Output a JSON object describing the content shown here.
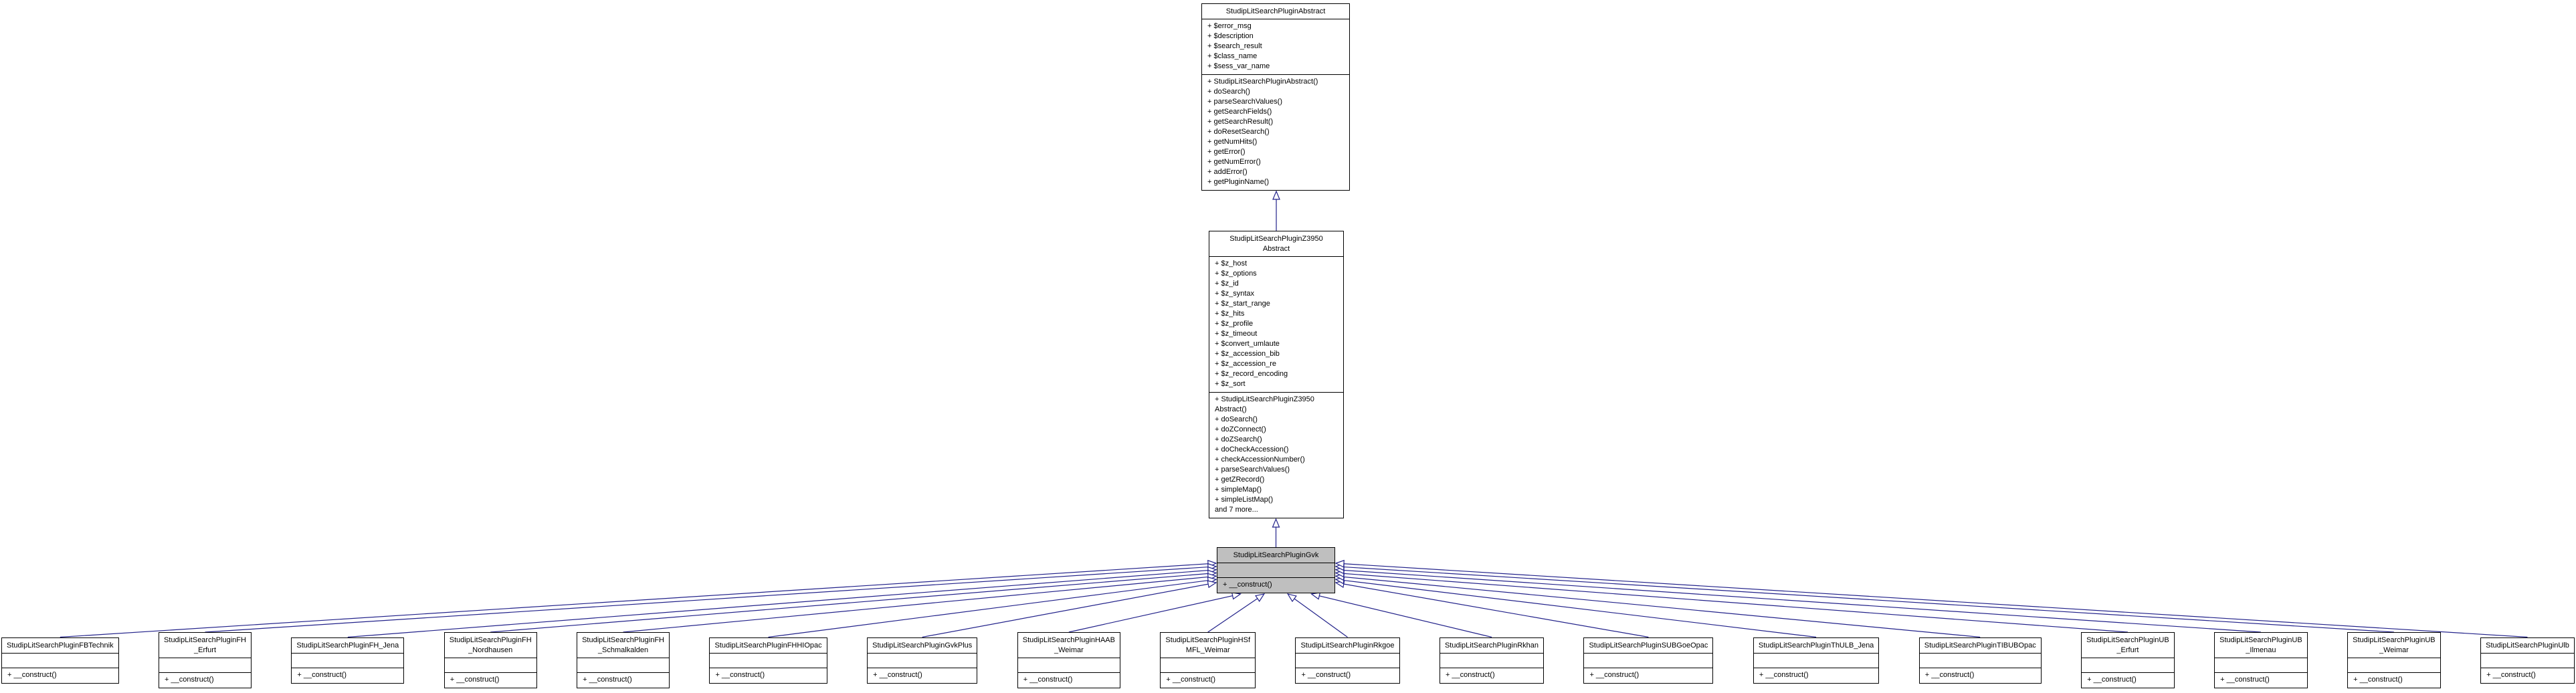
{
  "diagram": {
    "type": "uml-class-inheritance",
    "edge_color": "#22228a",
    "focus_fill_color": "#bfbfbf",
    "background_color": "#ffffff",
    "constructor_label": "+ __construct()",
    "classes": {
      "abstract": {
        "title_lines": [
          "StudipLitSearchPluginAbstract"
        ],
        "name": "StudipLitSearchPluginAbstract",
        "attributes": [
          "+ $error_msg",
          "+ $description",
          "+ $search_result",
          "+ $class_name",
          "+ $sess_var_name"
        ],
        "methods": [
          "+ StudipLitSearchPluginAbstract()",
          "+ doSearch()",
          "+ parseSearchValues()",
          "+ getSearchFields()",
          "+ getSearchResult()",
          "+ doResetSearch()",
          "+ getNumHits()",
          "+ getError()",
          "+ getNumError()",
          "+ addError()",
          "+ getPluginName()"
        ]
      },
      "z3950": {
        "title_lines": [
          "StudipLitSearchPluginZ3950",
          "Abstract"
        ],
        "name": "StudipLitSearchPluginZ3950Abstract",
        "attributes": [
          "+ $z_host",
          "+ $z_options",
          "+ $z_id",
          "+ $z_syntax",
          "+ $z_start_range",
          "+ $z_hits",
          "+ $z_profile",
          "+ $z_timeout",
          "+ $convert_umlaute",
          "+ $z_accession_bib",
          "+ $z_accession_re",
          "+ $z_record_encoding",
          "+ $z_sort"
        ],
        "methods": [
          "+ StudipLitSearchPluginZ3950\nAbstract()",
          "+ doSearch()",
          "+ doZConnect()",
          "+ doZSearch()",
          "+ doCheckAccession()",
          "+ checkAccessionNumber()",
          "+ parseSearchValues()",
          "+ getZRecord()",
          "+ simpleMap()",
          "+ simpleListMap()",
          "and 7 more..."
        ]
      },
      "gvk": {
        "title_lines": [
          "StudipLitSearchPluginGvk"
        ],
        "name": "StudipLitSearchPluginGvk",
        "attributes": [],
        "methods": [
          "+ __construct()"
        ]
      },
      "derived": [
        {
          "name": "StudipLitSearchPluginFBTechnik",
          "title_lines": [
            "StudipLitSearchPluginFBTechnik"
          ],
          "method": "+ __construct()"
        },
        {
          "name": "StudipLitSearchPluginFH_Erfurt",
          "title_lines": [
            "StudipLitSearchPluginFH",
            "_Erfurt"
          ],
          "method": "+ __construct()"
        },
        {
          "name": "StudipLitSearchPluginFH_Jena",
          "title_lines": [
            "StudipLitSearchPluginFH_Jena"
          ],
          "method": "+ __construct()"
        },
        {
          "name": "StudipLitSearchPluginFH_Nordhausen",
          "title_lines": [
            "StudipLitSearchPluginFH",
            "_Nordhausen"
          ],
          "method": "+ __construct()"
        },
        {
          "name": "StudipLitSearchPluginFH_Schmalkalden",
          "title_lines": [
            "StudipLitSearchPluginFH",
            "_Schmalkalden"
          ],
          "method": "+ __construct()"
        },
        {
          "name": "StudipLitSearchPluginFHHIOpac",
          "title_lines": [
            "StudipLitSearchPluginFHHIOpac"
          ],
          "method": "+ __construct()"
        },
        {
          "name": "StudipLitSearchPluginGvkPlus",
          "title_lines": [
            "StudipLitSearchPluginGvkPlus"
          ],
          "method": "+ __construct()"
        },
        {
          "name": "StudipLitSearchPluginHAAB_Weimar",
          "title_lines": [
            "StudipLitSearchPluginHAAB",
            "_Weimar"
          ],
          "method": "+ __construct()"
        },
        {
          "name": "StudipLitSearchPluginHSfMFL_Weimar",
          "title_lines": [
            "StudipLitSearchPluginHSf",
            "MFL_Weimar"
          ],
          "method": "+ __construct()"
        },
        {
          "name": "StudipLitSearchPluginRkgoe",
          "title_lines": [
            "StudipLitSearchPluginRkgoe"
          ],
          "method": "+ __construct()"
        },
        {
          "name": "StudipLitSearchPluginRkhan",
          "title_lines": [
            "StudipLitSearchPluginRkhan"
          ],
          "method": "+ __construct()"
        },
        {
          "name": "StudipLitSearchPluginSUBGoeOpac",
          "title_lines": [
            "StudipLitSearchPluginSUBGoeOpac"
          ],
          "method": "+ __construct()"
        },
        {
          "name": "StudipLitSearchPluginThULB_Jena",
          "title_lines": [
            "StudipLitSearchPluginThULB_Jena"
          ],
          "method": "+ __construct()"
        },
        {
          "name": "StudipLitSearchPluginTIBUBOpac",
          "title_lines": [
            "StudipLitSearchPluginTIBUBOpac"
          ],
          "method": "+ __construct()"
        },
        {
          "name": "StudipLitSearchPluginUB_Erfurt",
          "title_lines": [
            "StudipLitSearchPluginUB",
            "_Erfurt"
          ],
          "method": "+ __construct()"
        },
        {
          "name": "StudipLitSearchPluginUB_Ilmenau",
          "title_lines": [
            "StudipLitSearchPluginUB",
            "_Ilmenau"
          ],
          "method": "+ __construct()"
        },
        {
          "name": "StudipLitSearchPluginUB_Weimar",
          "title_lines": [
            "StudipLitSearchPluginUB",
            "_Weimar"
          ],
          "method": "+ __construct()"
        },
        {
          "name": "StudipLitSearchPluginUlb",
          "title_lines": [
            "StudipLitSearchPluginUlb"
          ],
          "method": "+ __construct()"
        }
      ]
    }
  }
}
